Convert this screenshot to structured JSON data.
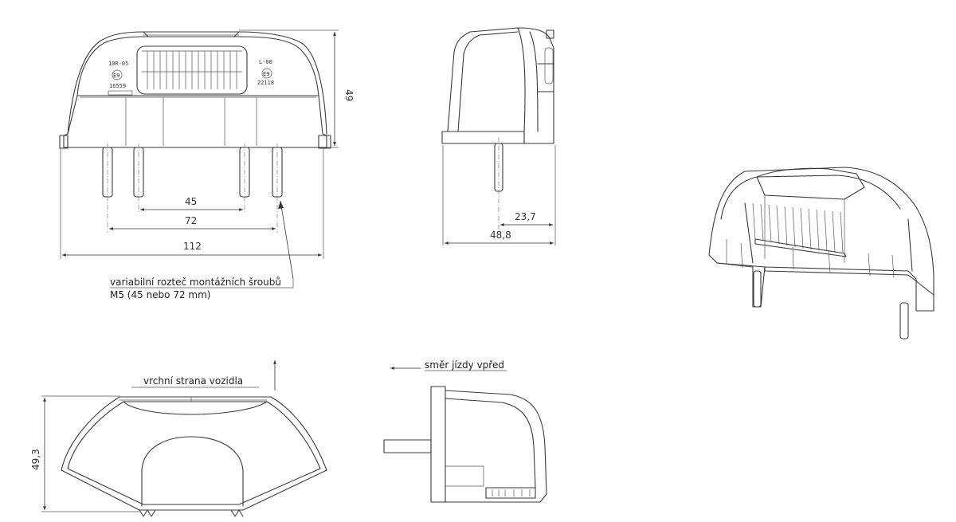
{
  "dimensions": {
    "pitch_45": "45",
    "pitch_72": "72",
    "width_112": "112",
    "height_49": "49",
    "side_23_7": "23,7",
    "side_48_8": "48,8",
    "top_49_3": "49,3"
  },
  "labels": {
    "mounting_note_line1": "variabilní rozteč montážních šroubů",
    "mounting_note_line2": "M5 (45 nebo 72 mm)",
    "top_side_vehicle": "vrchní strana vozidla",
    "driving_direction": "směr jízdy vpřed"
  },
  "markings": {
    "left_code": "10R-05",
    "left_e": "E9",
    "left_num": "16559",
    "right_code": "L-00",
    "right_e": "E9",
    "right_num": "22118"
  }
}
